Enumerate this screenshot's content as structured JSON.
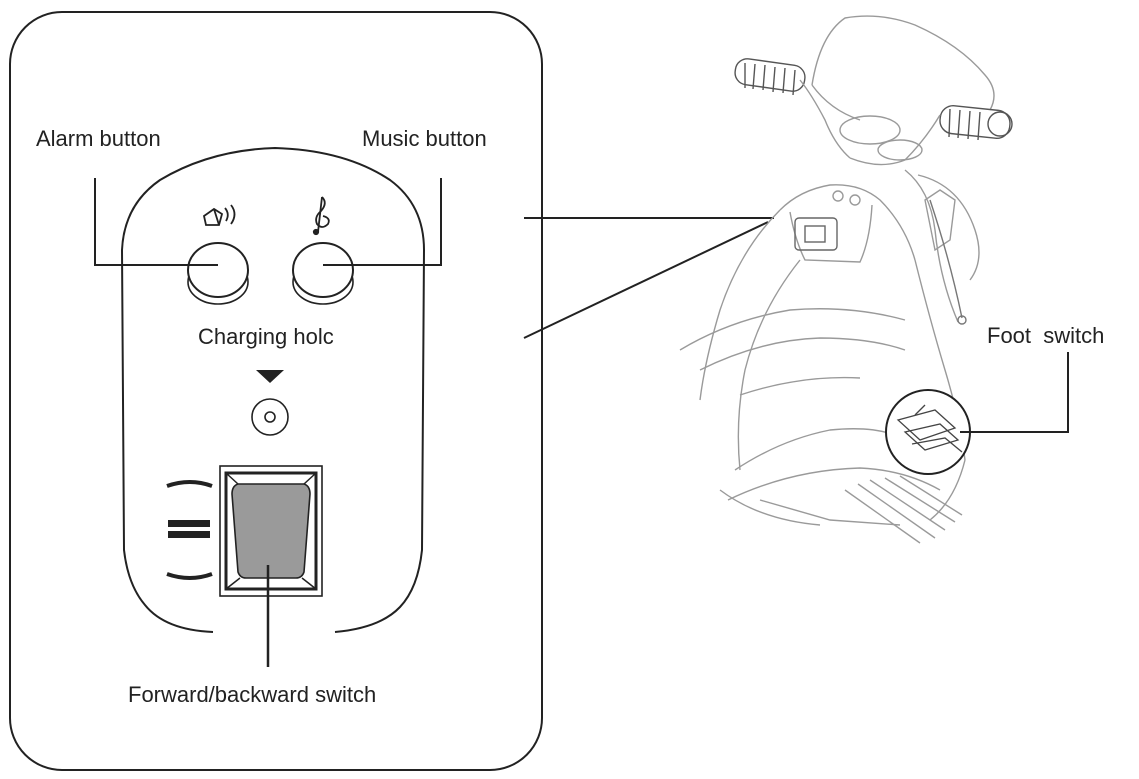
{
  "labels": {
    "alarm_button": "Alarm button",
    "music_button": "Music button",
    "charging_hole": "Charging holc",
    "foot_switch": "Foot  switch",
    "forward_backward_switch": "Forward/backward switch"
  },
  "icons": {
    "alarm": "horn-icon",
    "music": "music-note-icon",
    "charge_arrow": "triangle-down-icon",
    "forward": "arrow-up-icon",
    "neutral": "neutral-bar-icon",
    "backward": "arrow-down-icon"
  },
  "colors": {
    "line": "#222222",
    "sketch": "#9a9a9a",
    "switch_fill": "#9a9a9a",
    "background": "#ffffff"
  }
}
